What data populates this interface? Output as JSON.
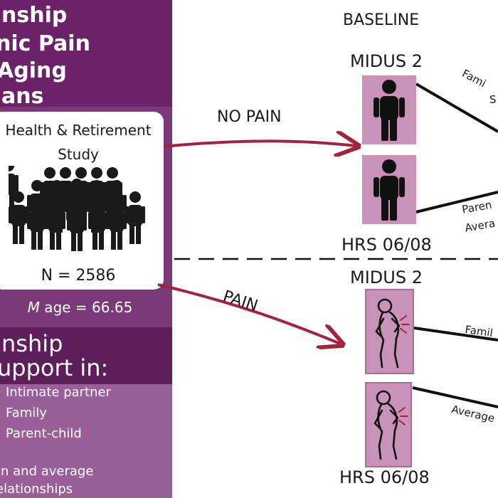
{
  "sidebar": {
    "title_lines": [
      "nship",
      "nic Pain",
      "Aging",
      "ans"
    ],
    "study_card": {
      "name_line1": "Health & Retirement",
      "name_line2": "Study",
      "n_label": "N = 2586",
      "people_icon": "crowd-icon"
    },
    "mean_age": {
      "symbol": "M",
      "text": " age = 66.65"
    },
    "support_heading": [
      "nship",
      "upport in:"
    ],
    "relationship_types": [
      "Intimate partner",
      "Family",
      "Parent-child"
    ],
    "footer_lines": [
      "n and average",
      "elationships"
    ]
  },
  "diagram": {
    "baseline_label": "BASELINE",
    "no_pain_label": "NO PAIN",
    "pain_label": "PAIN",
    "wave_labels": {
      "midus_top": "MIDUS 2",
      "hrs_top": "HRS 06/08",
      "midus_bottom": "MIDUS 2",
      "hrs_bottom": "HRS 06/08"
    },
    "connector_labels": {
      "top1_line1": "Fami",
      "top1_line2": "S",
      "top2_line1": "Paren",
      "top2_line2": "Avera",
      "bottom1": "Famil",
      "bottom2": "Average"
    },
    "icons": {
      "no_pain": "person-icon",
      "pain": "person-in-pain-icon"
    },
    "colors": {
      "arrow": "#a3233f",
      "icon_box": "#c992b8",
      "sidebar": "#6b2268"
    }
  }
}
